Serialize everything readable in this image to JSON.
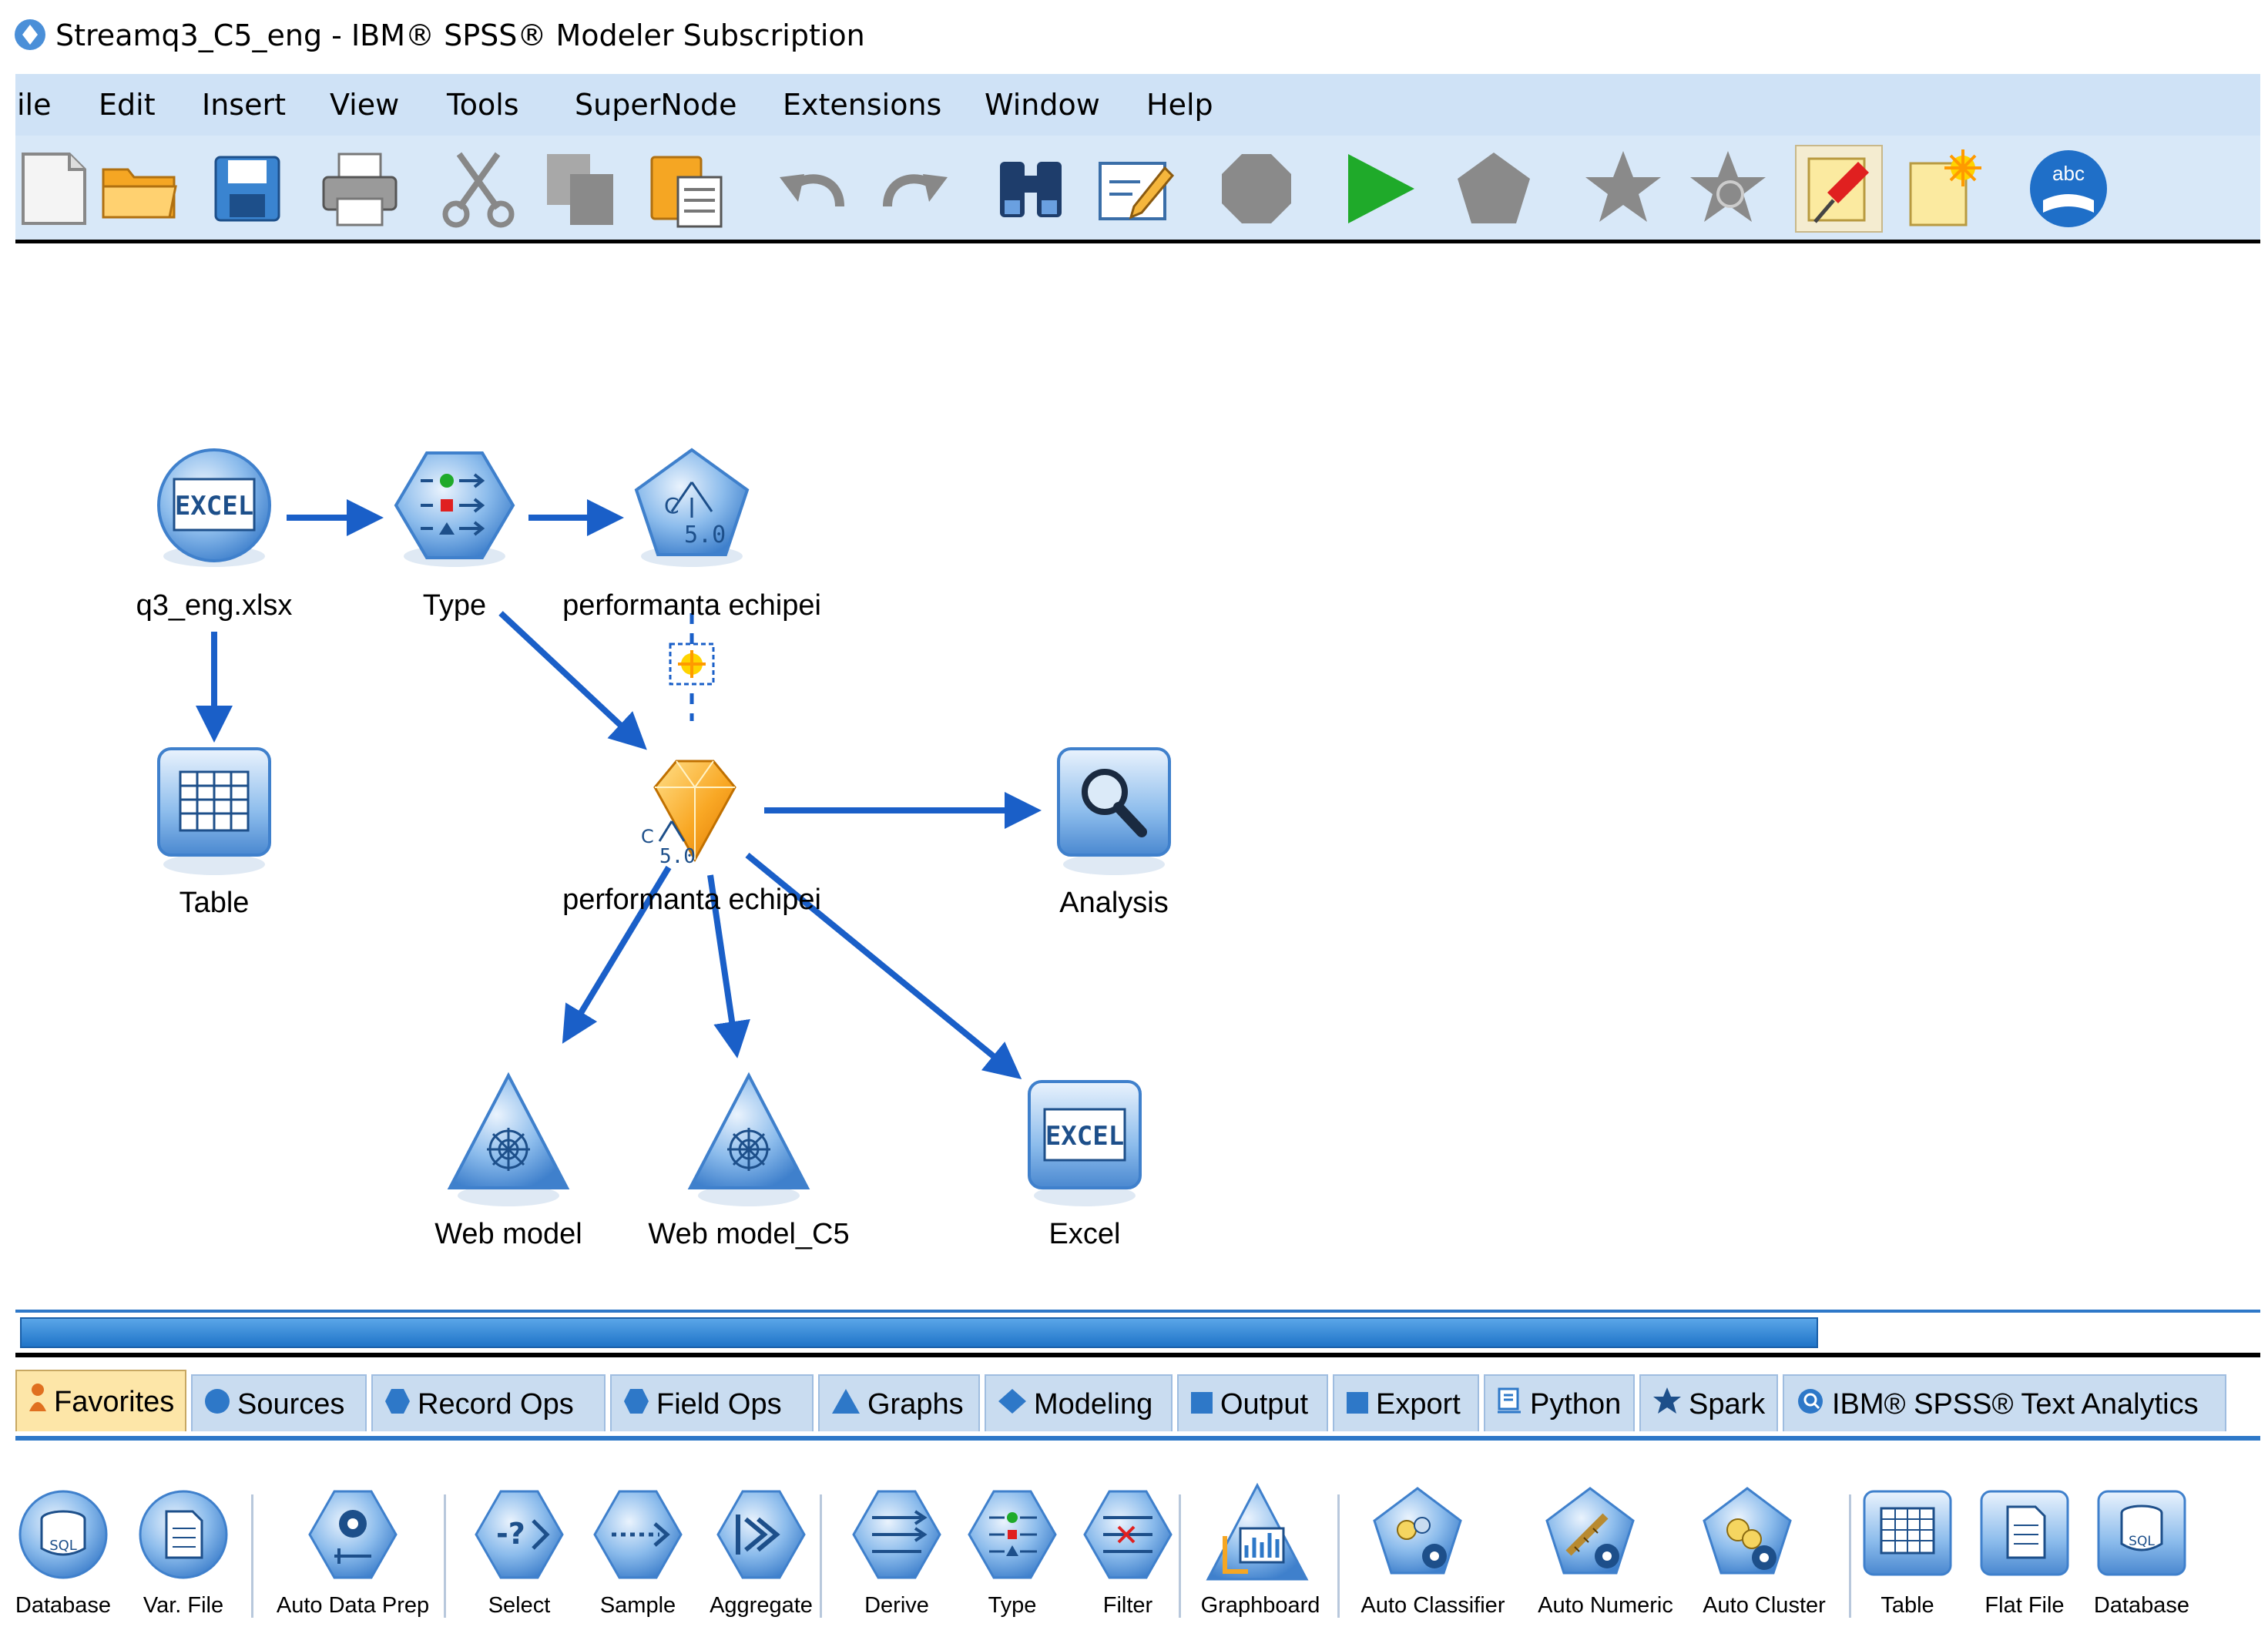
{
  "window": {
    "title": "Streamq3_C5_eng - IBM® SPSS® Modeler Subscription"
  },
  "menu": [
    "ile",
    "Edit",
    "Insert",
    "View",
    "Tools",
    "SuperNode",
    "Extensions",
    "Window",
    "Help"
  ],
  "toolbar_icons": [
    "new-stream-icon",
    "open-folder-icon",
    "save-icon",
    "print-icon",
    "cut-icon",
    "copy-icon",
    "paste-icon",
    "undo-icon",
    "redo-icon",
    "binoculars-icon",
    "edit-icon",
    "stop-icon",
    "run-icon",
    "supernode-icon",
    "zoom-in-icon",
    "zoom-out-icon",
    "annotation-pin-icon",
    "new-comment-icon",
    "text-analytics-icon"
  ],
  "canvas": {
    "nodes": [
      {
        "id": "excel-source",
        "label": "q3_eng.xlsx",
        "icon": "excel-icon"
      },
      {
        "id": "type",
        "label": "Type",
        "icon": "type-icon"
      },
      {
        "id": "c50-builder",
        "label": "performanta echipei",
        "icon": "c50-icon"
      },
      {
        "id": "table",
        "label": "Table",
        "icon": "table-icon"
      },
      {
        "id": "c50-nugget",
        "label": "performanta echipei",
        "icon": "model-nugget-icon"
      },
      {
        "id": "analysis",
        "label": "Analysis",
        "icon": "magnifier-icon"
      },
      {
        "id": "web-model",
        "label": "Web model",
        "icon": "web-icon"
      },
      {
        "id": "web-model-c5",
        "label": "Web model_C5",
        "icon": "web-icon"
      },
      {
        "id": "excel-export",
        "label": "Excel",
        "icon": "excel-icon"
      }
    ]
  },
  "palette": {
    "tabs": [
      {
        "label": "Favorites",
        "active": true
      },
      {
        "label": "Sources"
      },
      {
        "label": "Record Ops"
      },
      {
        "label": "Field Ops"
      },
      {
        "label": "Graphs"
      },
      {
        "label": "Modeling"
      },
      {
        "label": "Output"
      },
      {
        "label": "Export"
      },
      {
        "label": "Python"
      },
      {
        "label": "Spark"
      },
      {
        "label": "IBM® SPSS® Text Analytics"
      }
    ],
    "nodes": [
      "Database",
      "Var. File",
      "Auto Data Prep",
      "Select",
      "Sample",
      "Aggregate",
      "Derive",
      "Type",
      "Filter",
      "Graphboard",
      "Auto Classifier",
      "Auto Numeric",
      "Auto Cluster",
      "Table",
      "Flat File",
      "Database"
    ]
  },
  "colors": {
    "accent": "#2e78c8",
    "connector": "#1a5fc8",
    "node_blue": "#5b9be0",
    "tab_bg": "#c9dcf0",
    "tab_active": "#fde6a8",
    "menu_bg": "#cfe2f6"
  }
}
